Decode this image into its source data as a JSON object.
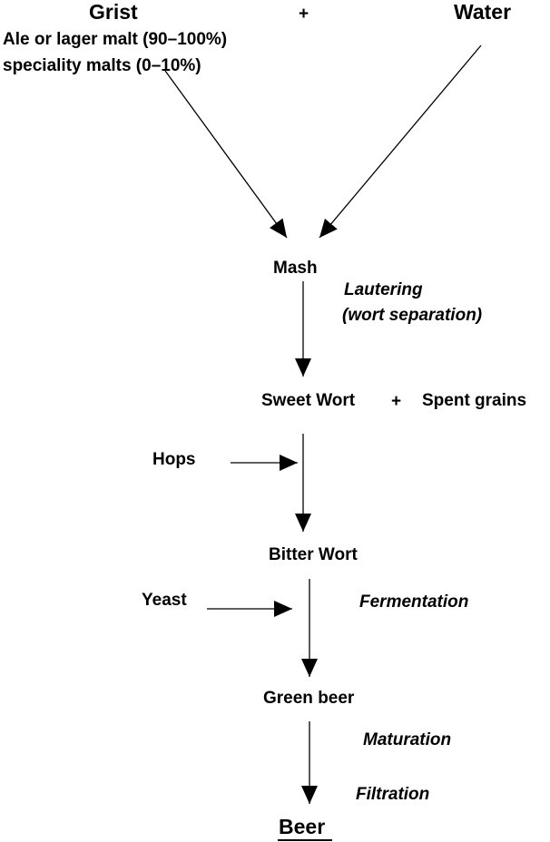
{
  "inputs": {
    "grist": "Grist",
    "plus": "+",
    "water": "Water",
    "grist_line1": "Ale or lager malt (90–100%)",
    "grist_line2": "speciality malts  (0–10%)"
  },
  "stages": {
    "mash": "Mash",
    "sweet_wort": "Sweet Wort",
    "plus": "+",
    "spent_grains": "Spent grains",
    "bitter_wort": "Bitter Wort",
    "green_beer": "Green beer",
    "beer": "Beer"
  },
  "additions": {
    "hops": "Hops",
    "yeast": "Yeast"
  },
  "processes": {
    "lautering_line1": "Lautering",
    "lautering_line2": "(wort separation)",
    "fermentation": "Fermentation",
    "maturation": "Maturation",
    "filtration": "Filtration"
  }
}
